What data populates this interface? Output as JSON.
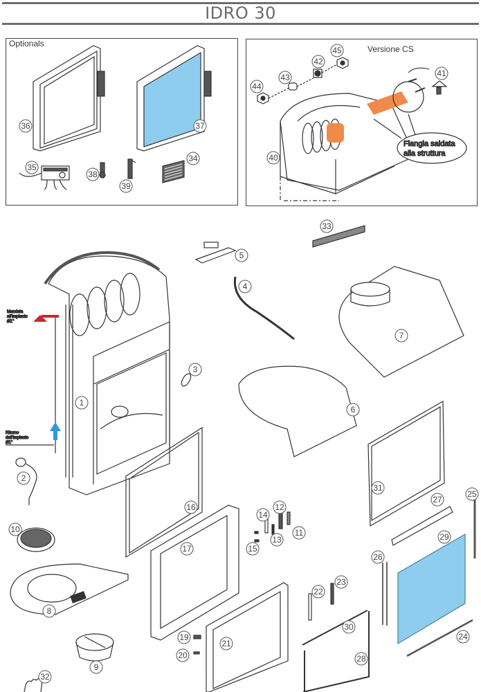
{
  "page": {
    "title": "IDRO 30"
  },
  "optionals_panel": {
    "label": "Optionals",
    "parts": [
      {
        "number": "36",
        "name": "door frame"
      },
      {
        "number": "37",
        "name": "glass door"
      },
      {
        "number": "35",
        "name": "control unit"
      },
      {
        "number": "38",
        "name": "sensor"
      },
      {
        "number": "39",
        "name": "bracket"
      },
      {
        "number": "34",
        "name": "grille"
      }
    ]
  },
  "cs_panel": {
    "label": "Versione CS",
    "note_line1": "Flangia saldata",
    "note_line2": "alla struttura",
    "parts": [
      "40",
      "41",
      "42",
      "43",
      "44",
      "45"
    ]
  },
  "main_diagram": {
    "inlet_label": [
      "Mandata",
      "all'impianto",
      "Ø1\""
    ],
    "outlet_label": [
      "Ritorno",
      "dall'impianto",
      "Ø1\""
    ],
    "parts": [
      "1",
      "2",
      "3",
      "4",
      "5",
      "6",
      "7",
      "8",
      "9",
      "10",
      "11",
      "12",
      "13",
      "14",
      "15",
      "16",
      "17",
      "19",
      "20",
      "21",
      "22",
      "23",
      "24",
      "25",
      "26",
      "27",
      "28",
      "29",
      "30",
      "31",
      "32",
      "33"
    ]
  },
  "colors": {
    "glass_blue": "#8fcdef",
    "heater_orange": "#f08a4b",
    "flow_out_red": "#c9282d",
    "flow_in_blue": "#2e9bd6",
    "line": "#333333"
  }
}
